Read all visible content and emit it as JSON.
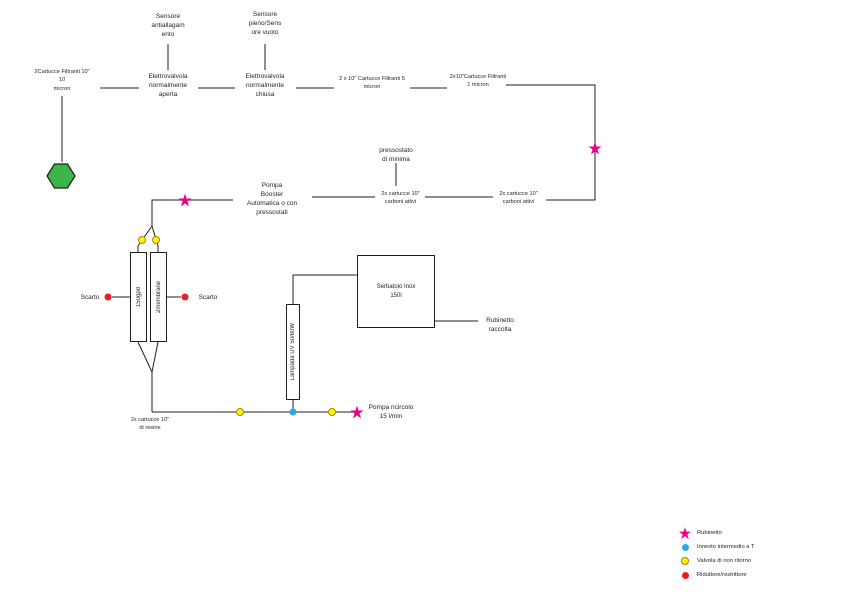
{
  "diagram": {
    "nodes": {
      "sensore_antiallagamento": "Sensore\nantiallagam\nento",
      "sensore_pieno_vuoto": "Sensore\npieno/Sens\nore vuoto",
      "cartucce_10_micron": "2Cartucce Filtranti 10\"\n10\nmicron",
      "elettrovalvola_aperta": "Elettrovalvola\nnormalmente\naperta",
      "elettrovalvola_chiusa": "Elettrovalvola\nnormalmente\nchiusa",
      "cartucce_5_micron": "2 x 10\" Cartucce Filtranti 5\nmicron",
      "cartucce_1_micron": "2x10\"Cartucce Filtranti\n1 micron",
      "pressostato_minima": "pressostato\ndi minima",
      "pompa_booster": "Pompa\nBooster\nAutomatica o con\npressostati",
      "carboni_attivi_1": "2x cartucce 10\"\ncarboni attivi",
      "carboni_attivi_2": "2x cartucce 10\"\ncarboni attivi",
      "membrana_150gpd": "150gpd",
      "membrane_2": "2membrane",
      "scarto_left": "Scarto",
      "scarto_right": "Scarto",
      "serbatoio_inox": "Serbatoio Inox\n150l",
      "lampada_uv": "Lampada UV 50/60W",
      "rubinetto_raccolta": "Rubinetto\nraccolta",
      "cartucce_resine": "2x cartucce 10\"\ndi resine",
      "pompa_ricircolo": "Pompa ricircolo\n15 l/min"
    },
    "legend": [
      {
        "symbol": "star-magenta",
        "label": "Rubinetto"
      },
      {
        "symbol": "circle-blue",
        "label": "Innesto intermedio a T"
      },
      {
        "symbol": "circle-yellow",
        "label": "Valvola di non ritorno"
      },
      {
        "symbol": "circle-red",
        "label": "Riduttore/restrittore"
      }
    ],
    "colors": {
      "rubinetto": "#EC008C",
      "innesto": "#29ABE2",
      "valvola": "#FFF200",
      "riduttore": "#ED1C24",
      "hexagon": "#3BB54A",
      "line": "#231F20"
    }
  }
}
